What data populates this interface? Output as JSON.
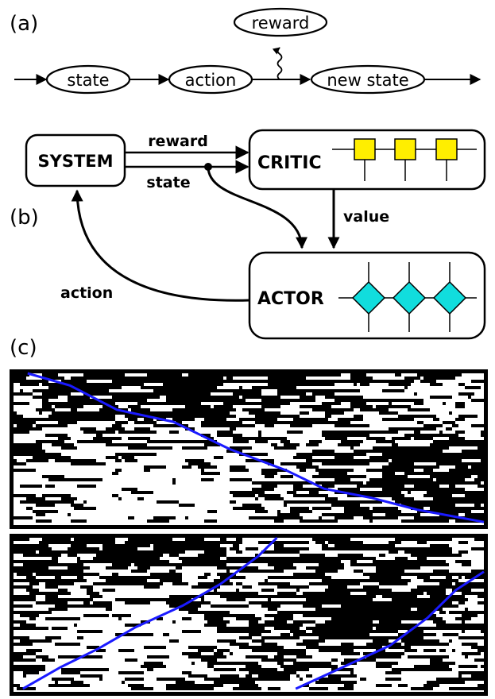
{
  "panel_labels": {
    "a": "(a)",
    "b": "(b)",
    "c": "(c)"
  },
  "panel_a": {
    "nodes": {
      "state": "state",
      "action": "action",
      "reward": "reward",
      "new_state": "new state"
    }
  },
  "panel_b": {
    "boxes": {
      "system": "SYSTEM",
      "critic": "CRITIC",
      "actor": "ACTOR"
    },
    "edge_labels": {
      "reward": "reward",
      "state": "state",
      "value": "value",
      "action": "action"
    },
    "colors": {
      "critic_node": "#ffee00",
      "actor_node": "#11dddd"
    }
  },
  "panel_c": {
    "colors": {
      "cell_on": "#000000",
      "cell_off": "#ffffff",
      "trajectory": "#1a1aff"
    },
    "top_trajectory": [
      [
        0.03,
        0.0
      ],
      [
        0.12,
        0.08
      ],
      [
        0.22,
        0.24
      ],
      [
        0.34,
        0.32
      ],
      [
        0.46,
        0.5
      ],
      [
        0.58,
        0.64
      ],
      [
        0.66,
        0.76
      ],
      [
        0.76,
        0.82
      ],
      [
        0.86,
        0.9
      ],
      [
        1.0,
        0.98
      ]
    ],
    "bottom_trajectory_left": [
      [
        0.02,
        0.98
      ],
      [
        0.1,
        0.84
      ],
      [
        0.18,
        0.72
      ],
      [
        0.26,
        0.58
      ],
      [
        0.36,
        0.44
      ],
      [
        0.44,
        0.3
      ],
      [
        0.52,
        0.12
      ],
      [
        0.56,
        0.0
      ]
    ],
    "bottom_trajectory_right": [
      [
        0.6,
        0.98
      ],
      [
        0.7,
        0.84
      ],
      [
        0.8,
        0.7
      ],
      [
        0.88,
        0.52
      ],
      [
        0.94,
        0.34
      ],
      [
        1.0,
        0.22
      ]
    ]
  }
}
